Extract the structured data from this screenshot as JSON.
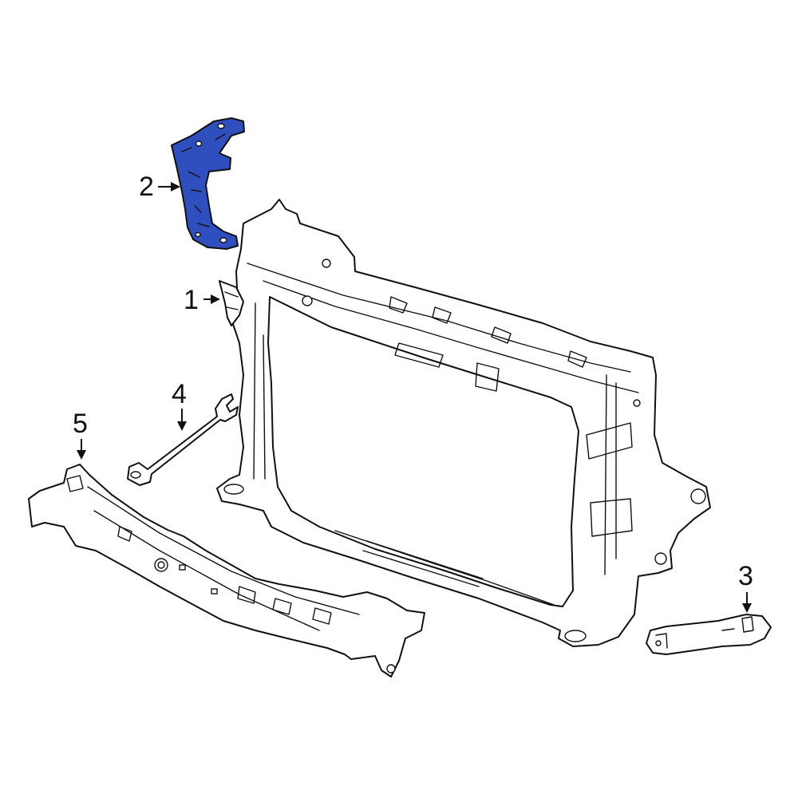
{
  "callouts": [
    {
      "id": "1",
      "label": "1"
    },
    {
      "id": "2",
      "label": "2"
    },
    {
      "id": "3",
      "label": "3"
    },
    {
      "id": "4",
      "label": "4"
    },
    {
      "id": "5",
      "label": "5"
    }
  ],
  "colors": {
    "highlight_part": "#2f4fbf",
    "line": "#111111",
    "background": "#ffffff"
  }
}
